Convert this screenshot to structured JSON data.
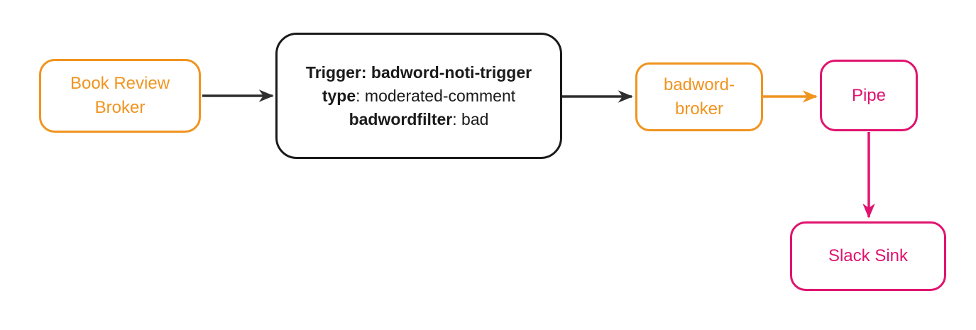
{
  "colors": {
    "orange": "#F0941F",
    "pink": "#E0136E",
    "node_black": "#1A1A1A",
    "arrow_black": "#2E2E2E",
    "background": "#FFFFFF"
  },
  "nodes": {
    "book_review_broker": {
      "label": "Book Review Broker"
    },
    "trigger": {
      "lines": [
        {
          "bold": "Trigger: badword-noti-trigger",
          "rest": ""
        },
        {
          "bold": "type",
          "rest": ": moderated-comment"
        },
        {
          "bold": "badwordfilter",
          "rest": ": bad"
        }
      ]
    },
    "badword_broker": {
      "label": "badword-broker"
    },
    "pipe": {
      "label": "Pipe"
    },
    "slack_sink": {
      "label": "Slack Sink"
    }
  },
  "edges": [
    {
      "from": "Book Review Broker",
      "to": "Trigger",
      "color": "#2E2E2E"
    },
    {
      "from": "Trigger",
      "to": "badword-broker",
      "color": "#2E2E2E"
    },
    {
      "from": "badword-broker",
      "to": "Pipe",
      "color": "#F0941F"
    },
    {
      "from": "Pipe",
      "to": "Slack Sink",
      "color": "#E0136E"
    }
  ]
}
